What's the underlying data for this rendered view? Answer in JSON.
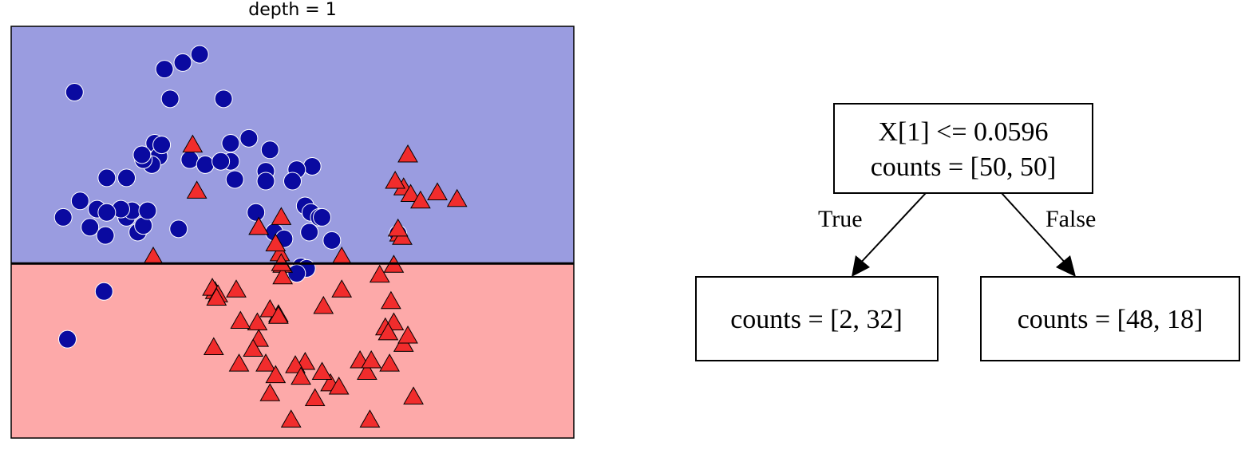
{
  "plot": {
    "title": "depth = 1",
    "threshold": 0.0596,
    "xlim": [
      -1.5,
      2.5
    ],
    "ylim": [
      -1.0,
      1.5
    ],
    "colors": {
      "region_upper": "#9a9ce0",
      "region_lower": "#fda9a9",
      "class0": "#0a0aa0",
      "class1": "#f12c2c"
    }
  },
  "chart_data": {
    "type": "scatter",
    "title": "depth = 1",
    "xlabel": "",
    "ylabel": "",
    "xlim": [
      -1.5,
      2.5
    ],
    "ylim": [
      -1.0,
      1.5
    ],
    "grid": false,
    "decision_boundary_y": 0.0596,
    "series": [
      {
        "marker": "circle",
        "points": [
          [
            -0.41,
            1.24
          ],
          [
            -0.16,
            1.33
          ],
          [
            -0.28,
            1.28
          ],
          [
            -0.37,
            1.06
          ],
          [
            0.01,
            1.06
          ],
          [
            0.19,
            0.82
          ],
          [
            0.06,
            0.68
          ],
          [
            0.34,
            0.75
          ],
          [
            0.31,
            0.62
          ],
          [
            0.64,
            0.65
          ],
          [
            0.53,
            0.63
          ],
          [
            0.5,
            0.56
          ],
          [
            0.31,
            0.56
          ],
          [
            0.06,
            0.79
          ],
          [
            -0.48,
            0.79
          ],
          [
            -0.45,
            0.71
          ],
          [
            -0.5,
            0.66
          ],
          [
            -0.56,
            0.69
          ],
          [
            -0.57,
            0.72
          ],
          [
            -0.68,
            0.58
          ],
          [
            -0.82,
            0.58
          ],
          [
            -0.89,
            0.39
          ],
          [
            -1.01,
            0.44
          ],
          [
            -1.13,
            0.34
          ],
          [
            -0.94,
            0.28
          ],
          [
            -0.83,
            0.23
          ],
          [
            -0.6,
            0.25
          ],
          [
            -0.56,
            0.29
          ],
          [
            -0.68,
            0.34
          ],
          [
            -0.64,
            0.38
          ],
          [
            -0.72,
            0.39
          ],
          [
            -0.82,
            0.37
          ],
          [
            -0.53,
            0.38
          ],
          [
            -0.43,
            0.78
          ],
          [
            -0.23,
            0.69
          ],
          [
            -0.12,
            0.66
          ],
          [
            -0.01,
            0.68
          ],
          [
            0.09,
            0.57
          ],
          [
            -0.31,
            0.27
          ],
          [
            0.24,
            0.37
          ],
          [
            0.37,
            0.25
          ],
          [
            0.44,
            0.21
          ],
          [
            0.59,
            0.41
          ],
          [
            0.63,
            0.37
          ],
          [
            0.69,
            0.34
          ],
          [
            0.78,
            0.2
          ],
          [
            0.62,
            0.25
          ],
          [
            0.71,
            0.34
          ],
          [
            1.25,
            0.24
          ],
          [
            0.56,
            0.04
          ],
          [
            0.6,
            0.03
          ],
          [
            0.53,
            0.0
          ],
          [
            -0.84,
            -0.11
          ],
          [
            -1.1,
            -0.4
          ],
          [
            -1.05,
            1.1
          ]
        ]
      },
      {
        "marker": "triangle",
        "points": [
          [
            -0.21,
            0.78
          ],
          [
            -0.18,
            0.5
          ],
          [
            -0.49,
            0.1
          ],
          [
            0.42,
            0.34
          ],
          [
            0.26,
            0.28
          ],
          [
            0.43,
            0.05
          ],
          [
            0.43,
            -0.02
          ],
          [
            0.1,
            -0.1
          ],
          [
            1.32,
            0.72
          ],
          [
            1.53,
            0.49
          ],
          [
            1.67,
            0.45
          ],
          [
            1.29,
            0.52
          ],
          [
            1.34,
            0.48
          ],
          [
            1.23,
            0.56
          ],
          [
            1.26,
            0.24
          ],
          [
            1.41,
            0.44
          ],
          [
            1.28,
            0.22
          ],
          [
            1.25,
            0.27
          ],
          [
            1.22,
            0.05
          ],
          [
            1.12,
            -0.01
          ],
          [
            0.85,
            0.1
          ],
          [
            0.85,
            -0.1
          ],
          [
            0.72,
            -0.2
          ],
          [
            0.41,
            0.12
          ],
          [
            0.38,
            0.18
          ],
          [
            0.42,
            0.06
          ],
          [
            0.26,
            0.28
          ],
          [
            -0.05,
            -0.11
          ],
          [
            -0.07,
            -0.09
          ],
          [
            -0.03,
            -0.13
          ],
          [
            -0.04,
            -0.15
          ],
          [
            0.25,
            -0.3
          ],
          [
            0.26,
            -0.4
          ],
          [
            0.4,
            -0.25
          ],
          [
            0.34,
            -0.22
          ],
          [
            0.4,
            -0.26
          ],
          [
            0.13,
            -0.29
          ],
          [
            -0.06,
            -0.45
          ],
          [
            0.12,
            -0.55
          ],
          [
            0.22,
            -0.46
          ],
          [
            0.34,
            -0.73
          ],
          [
            0.31,
            -0.55
          ],
          [
            0.38,
            -0.62
          ],
          [
            0.59,
            -0.54
          ],
          [
            0.52,
            -0.56
          ],
          [
            0.56,
            -0.63
          ],
          [
            0.77,
            -0.67
          ],
          [
            0.71,
            -0.6
          ],
          [
            0.83,
            -0.69
          ],
          [
            0.98,
            -0.53
          ],
          [
            1.03,
            -0.6
          ],
          [
            1.06,
            -0.53
          ],
          [
            1.19,
            -0.55
          ],
          [
            1.36,
            -0.75
          ],
          [
            0.66,
            -0.76
          ],
          [
            0.49,
            -0.89
          ],
          [
            1.05,
            -0.89
          ],
          [
            1.22,
            -0.3
          ],
          [
            1.16,
            -0.33
          ],
          [
            1.18,
            -0.36
          ],
          [
            1.29,
            -0.43
          ],
          [
            1.32,
            -0.38
          ],
          [
            1.2,
            -0.17
          ]
        ]
      }
    ]
  },
  "tree": {
    "root": {
      "line1": "X[1] <= 0.0596",
      "line2": "counts = [50, 50]"
    },
    "left": {
      "text": "counts = [2, 32]",
      "edge_label": "True"
    },
    "right": {
      "text": "counts = [48, 18]",
      "edge_label": "False"
    }
  }
}
